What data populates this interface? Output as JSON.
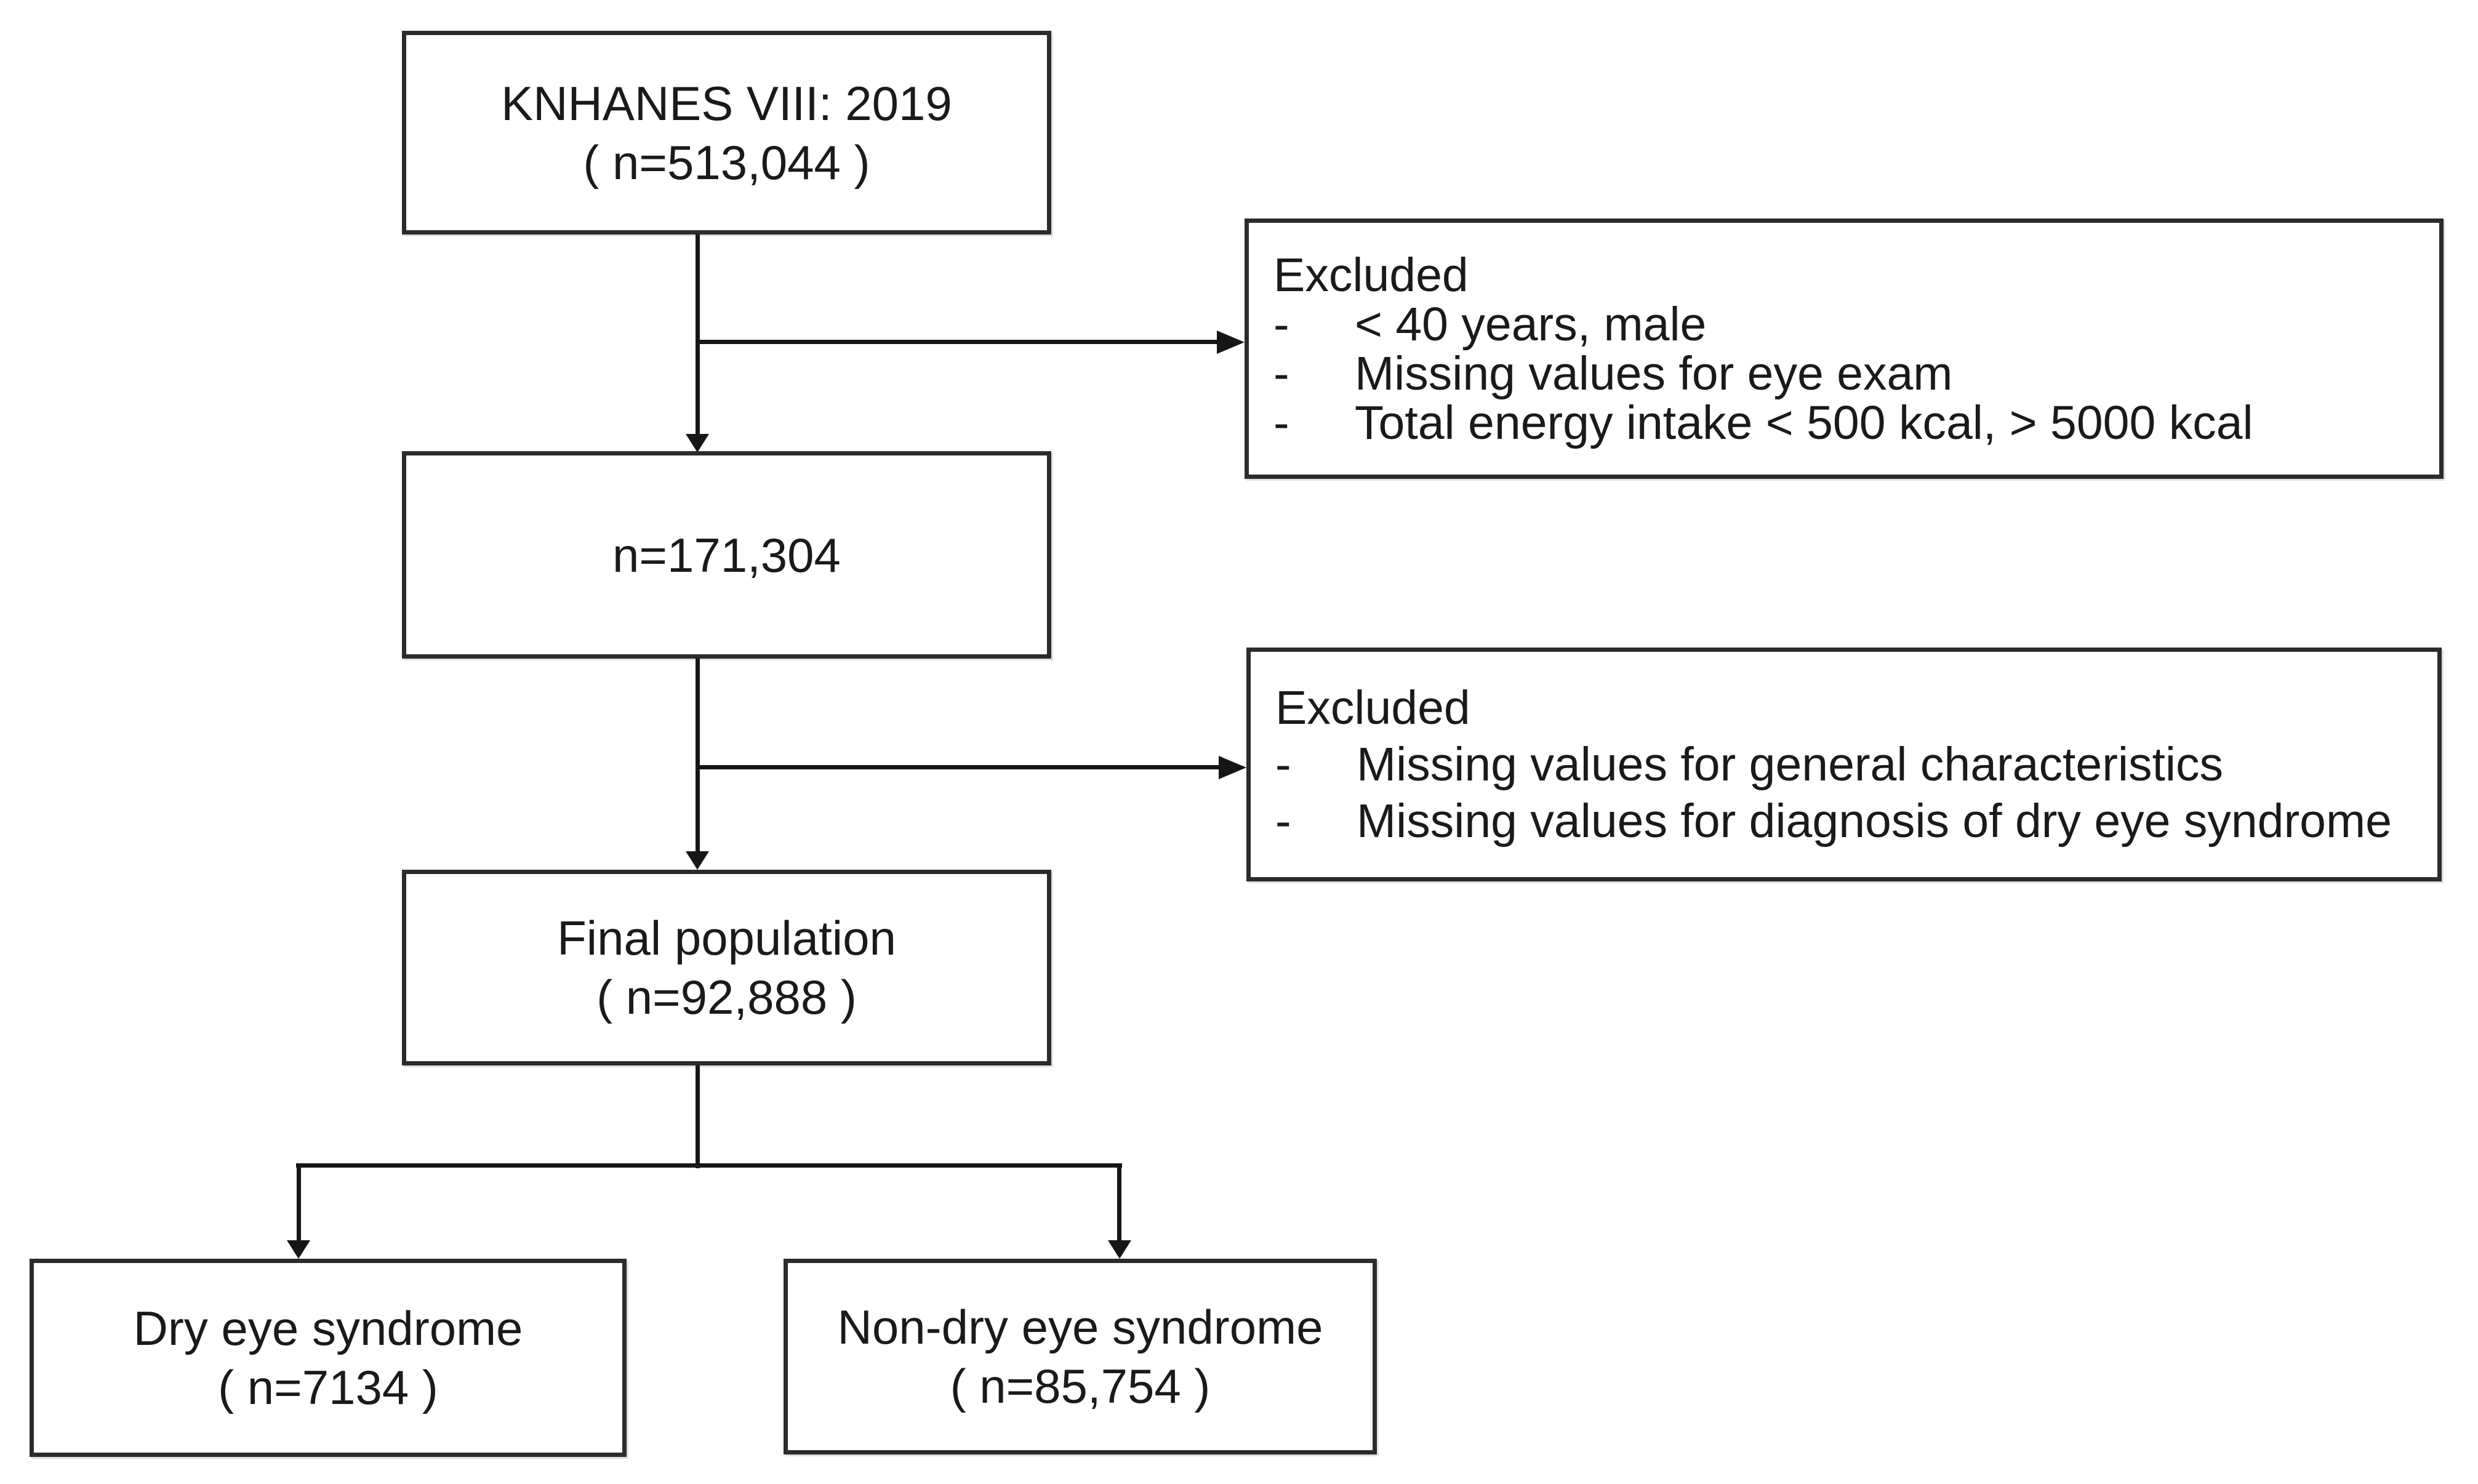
{
  "figure": {
    "type": "study-flow-diagram",
    "background_color": "#ffffff",
    "line_color": "#161616",
    "border_color": "#2b2b2b",
    "text_color": "#1a1a1a",
    "nodes": {
      "knhanes": {
        "line1": "KNHANES VIII: 2019",
        "line2": "( n=513,044 )"
      },
      "interim": {
        "line1": "n=171,304"
      },
      "final": {
        "line1": "Final population",
        "line2": "( n=92,888 )"
      },
      "dry": {
        "line1": "Dry eye syndrome",
        "line2": "( n=7134 )"
      },
      "nondry": {
        "line1": "Non-dry eye syndrome",
        "line2": "( n=85,754 )"
      },
      "excluded1": {
        "heading": "Excluded",
        "bullet_marker": "-",
        "items": [
          "< 40 years, male",
          "Missing values for eye exam",
          "Total energy intake < 500 kcal, > 5000 kcal"
        ]
      },
      "excluded2": {
        "heading": "Excluded",
        "bullet_marker": "-",
        "items": [
          "Missing values for general characteristics",
          "Missing values for diagnosis of dry eye syndrome"
        ]
      }
    }
  }
}
